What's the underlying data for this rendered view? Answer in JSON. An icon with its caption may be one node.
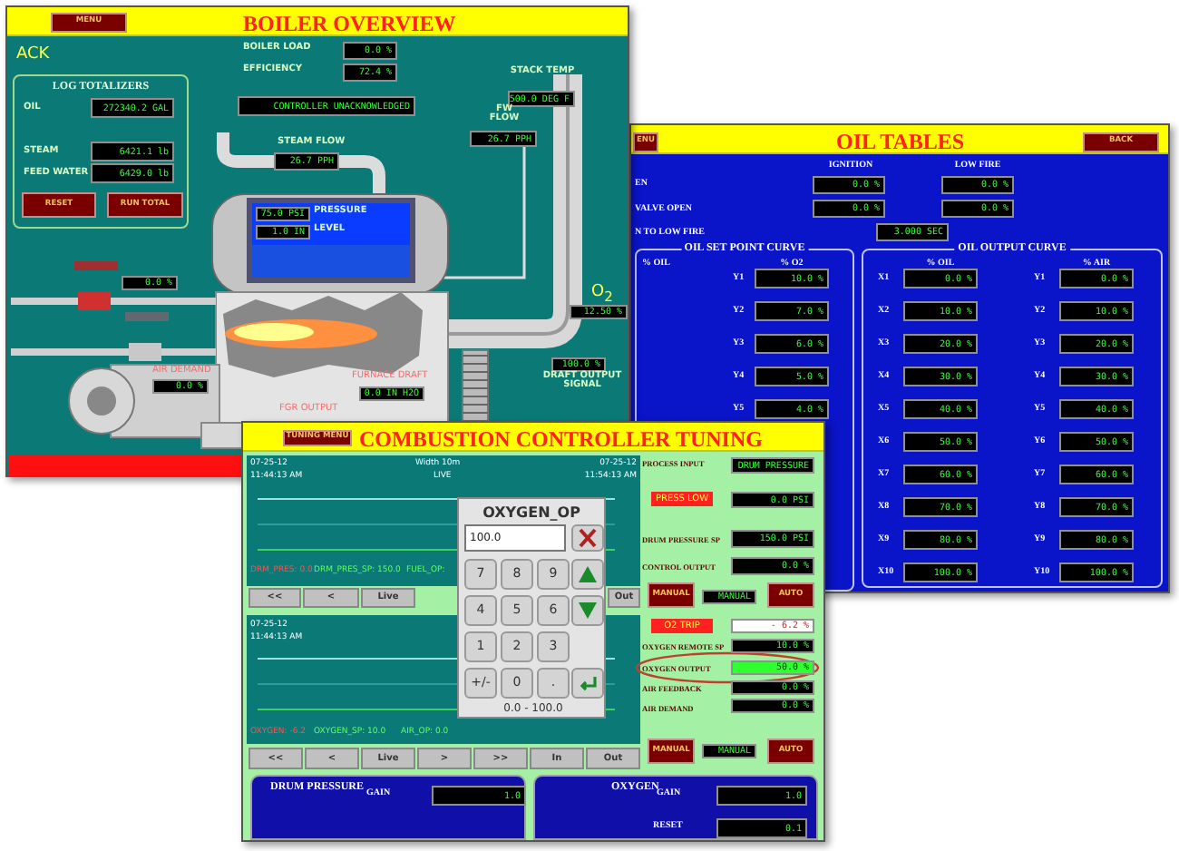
{
  "diagram": {
    "nodes": [
      {
        "text": [
          "BOILER OVERVIEW"
        ]
      },
      {
        "text": [
          "LOG TOTALIZERS"
        ],
        "in": 0
      },
      {
        "text": [
          "OIL TABLES"
        ]
      },
      {
        "text": [
          "OIL SET POINT CURVE"
        ],
        "in": 2
      },
      {
        "text": [
          "OIL OUTPUT CURVE"
        ],
        "in": 2
      },
      {
        "text": [
          "COMBUSTION CONTROLLER TUNING"
        ]
      },
      {
        "text": [
          "OXYGEN_OP"
        ],
        "in": 5
      },
      {
        "text": [
          "DRUM PRESSURE"
        ],
        "in": 5
      },
      {
        "text": [
          "OXYGEN"
        ],
        "in": 5
      }
    ],
    "labels": [
      "MENU",
      "ACK",
      "BOILER LOAD",
      "0.0 %",
      "EFFICIENCY",
      "72.4 %",
      "OIL",
      "272340.2 GAL",
      "STEAM",
      "6421.1 lb",
      "FEED WATER",
      "6429.0 lb",
      "RESET",
      "RUN TOTAL",
      "CONTROLLER UNACKNOWLEDGED",
      "STEAM FLOW",
      "26.7 PPH",
      "STACK TEMP",
      "500.0 DEG F",
      "FW FLOW",
      "26.7 PPH",
      "75.0 PSI",
      "PRESSURE",
      "1.0 IN",
      "LEVEL",
      "0.0 %",
      "O$_{2}$",
      "12.50 %",
      "100.0 %",
      "DRAFT OUTPUT SIGNAL",
      "AIR DEMAND",
      "0.0 %",
      "FURNACE DRAFT",
      "0.0 IN H2O",
      "FGR OUTPUT",
      "ENU",
      "BACK",
      "IGNITION",
      "LOW FIRE",
      "EN",
      "0.0 %",
      "0.0 %",
      "VALVE OPEN",
      "0.0 %",
      "0.0 %",
      "N TO LOW FIRE",
      "3.000 SEC",
      "% OIL",
      "% O2",
      "Y1",
      "10.0 %",
      "Y2",
      "7.0 %",
      "Y3",
      "6.0 %",
      "Y4",
      "5.0 %",
      "Y5",
      "4.0 %",
      "% OIL",
      "% AIR",
      "X1",
      "0.0 %",
      "Y1",
      "0.0 %",
      "X2",
      "10.0 %",
      "Y2",
      "10.0 %",
      "X3",
      "20.0 %",
      "Y3",
      "20.0 %",
      "X4",
      "30.0 %",
      "Y4",
      "30.0 %",
      "X5",
      "40.0 %",
      "Y5",
      "40.0 %",
      "X6",
      "50.0 %",
      "Y6",
      "50.0 %",
      "X7",
      "60.0 %",
      "Y7",
      "60.0 %",
      "X8",
      "70.0 %",
      "Y8",
      "70.0 %",
      "X9",
      "80.0 %",
      "Y9",
      "80.0 %",
      "X10",
      "100.0 %",
      "Y10",
      "100.0 %",
      "TUNING MENU",
      "07-25-12",
      "11:44:13 AM",
      "Width 10m",
      "LIVE",
      "07-25-12",
      "11:54:13 AM",
      "DRM_PRES: 0.0",
      "DRM_PRES_SP: 150.0",
      "FUEL_OP:",
      "<<",
      "<",
      "Live",
      "Out",
      "07-25-12",
      "11:44:13 AM",
      "OXYGEN: -6.2",
      "OXYGEN_SP: 10.0",
      "AIR_OP: 0.0",
      "<<",
      "<",
      "Live",
      ">",
      ">>",
      "In",
      "Out",
      "100.0",
      "7",
      "8",
      "9",
      "4",
      "5",
      "6",
      "1",
      "2",
      "3",
      "+/-",
      "0",
      ".",
      "0.0 - 100.0",
      "PROCESS INPUT",
      "DRUM PRESSURE",
      "PRESS LOW",
      "0.0 PSI",
      "DRUM PRESSURE SP",
      "150.0 PSI",
      "CONTROL OUTPUT",
      "0.0 %",
      "MANUAL",
      "MANUAL",
      "AUTO",
      "O2 TRIP",
      "- 6.2 %",
      "OXYGEN REMOTE SP",
      "10.0 %",
      "OXYGEN OUTPUT",
      "50.0 %",
      "AIR FEEDBACK",
      "0.0 %",
      "AIR DEMAND",
      "0.0 %",
      "MANUAL",
      "MANUAL",
      "AUTO",
      "GAIN",
      "1.0",
      "GAIN",
      "1.0",
      "RESET",
      "0.1"
    ]
  }
}
